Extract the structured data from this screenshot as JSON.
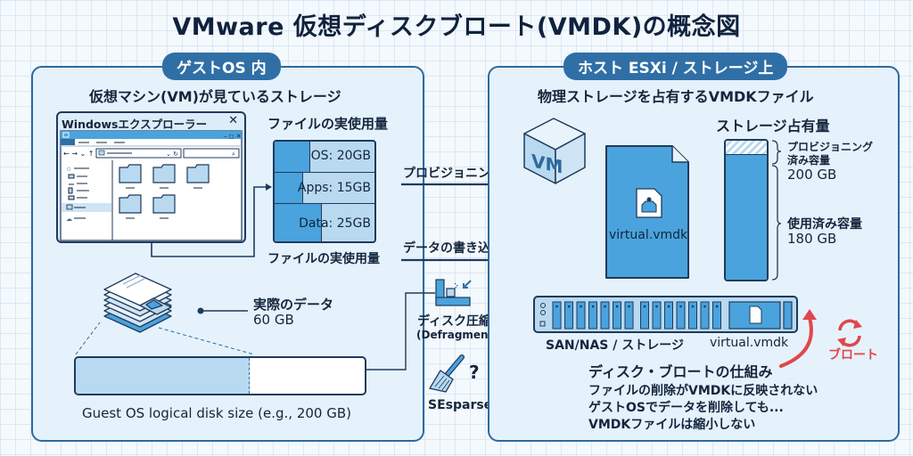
{
  "title": "VMware 仮想ディスクブロート(VMDK)の概念図",
  "guest": {
    "badge": "ゲストOS 内",
    "heading": "仮想マシン(VM)が見ているストレージ",
    "explorer_title": "Windowsエクスプローラー",
    "explorer_close": "✕",
    "usage_label_top": "ファイルの実使用量",
    "usage_label_bottom": "ファイルの実使用量",
    "usage_blocks": [
      {
        "label": "OS: 20GB",
        "gb": 20
      },
      {
        "label": "Apps: 15GB",
        "gb": 15
      },
      {
        "label": "Data: 25GB",
        "gb": 25
      }
    ],
    "actual_data_label": "実際のデータ",
    "actual_data_value": "60 GB",
    "disk_label": "Guest OS logical disk size (e.g., 200 GB)",
    "disk_fill_fraction": 0.6
  },
  "flows": {
    "provisioning": "プロビジョニング",
    "write": "データの書き込み",
    "defrag_label": "ディスク圧縮",
    "defrag_sub": "(Defragment)",
    "sesparse": "SEsparse",
    "sesparse_q": "?"
  },
  "host": {
    "badge": "ホスト ESXi / ストレージ上",
    "heading": "物理ストレージを占有するVMDKファイル",
    "vm_label": "VM",
    "vmdk_file": "virtual.vmdk",
    "storage_heading": "ストレージ占有量",
    "provisioned_label_1": "プロビジョニング",
    "provisioned_label_2": "済み容量",
    "provisioned_value": "200 GB",
    "used_label": "使用済み容量",
    "used_value": "180 GB",
    "used_fraction": 0.9,
    "san_label": "SAN/NAS / ストレージ",
    "san_file_label": "virtual.vmdk",
    "bloat_label": "ブロート",
    "mechanism_title": "ディスク・ブロートの仕組み",
    "mechanism_lines": [
      "ファイルの削除がVMDKに反映されない",
      "ゲストOSでデータを削除しても...",
      "VMDKファイルは縮小しない"
    ]
  },
  "colors": {
    "navy": "#14253d",
    "panel_border": "#2d6a9f",
    "panel_bg": "#e5f2fb",
    "accent_blue": "#4aa3dd",
    "light_blue": "#b8d9ef",
    "bloat_red": "#e0474c"
  }
}
